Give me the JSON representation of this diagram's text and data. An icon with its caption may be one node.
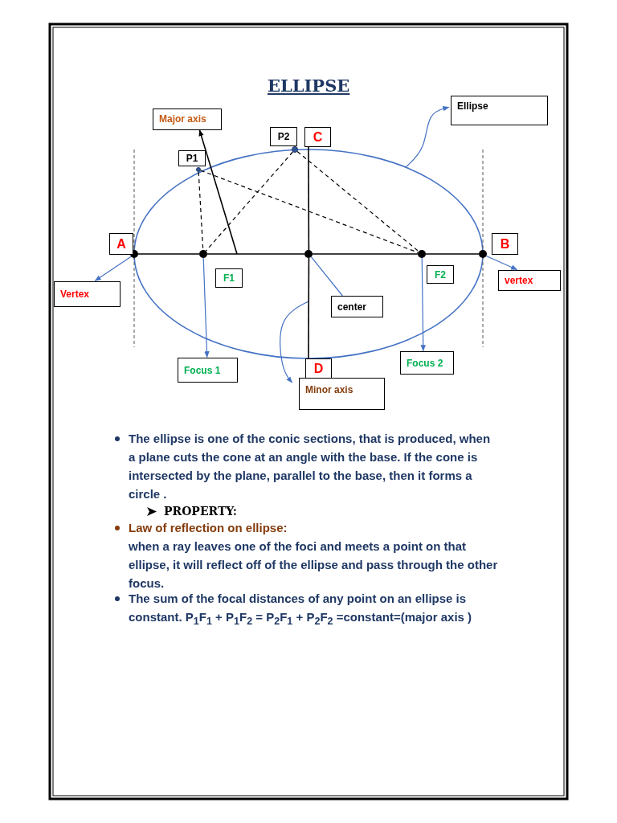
{
  "diagram": {
    "title": "ELLIPSE",
    "nodes": [
      {
        "text": [
          "Major axis"
        ]
      },
      {
        "text": [
          "Ellipse"
        ]
      },
      {
        "text": [
          "P2"
        ]
      },
      {
        "text": [
          "C"
        ]
      },
      {
        "text": [
          "P1"
        ]
      },
      {
        "text": [
          "A"
        ]
      },
      {
        "text": [
          "B"
        ]
      },
      {
        "text": [
          "F1"
        ]
      },
      {
        "text": [
          "F2"
        ]
      },
      {
        "text": [
          "Vertex"
        ]
      },
      {
        "text": [
          "vertex"
        ]
      },
      {
        "text": [
          "center"
        ]
      },
      {
        "text": [
          "Focus 1"
        ]
      },
      {
        "text": [
          "Focus 2"
        ]
      },
      {
        "text": [
          "D"
        ]
      },
      {
        "text": [
          "Minor axis"
        ]
      },
      {
        "text": [],
        "shape": "circle"
      },
      {
        "text": [],
        "shape": "circle"
      },
      {
        "text": [],
        "shape": "circle"
      },
      {
        "text": [],
        "shape": "circle"
      },
      {
        "text": [],
        "shape": "circle"
      },
      {
        "text": [],
        "shape": "circle"
      },
      {
        "text": [],
        "shape": "circle"
      }
    ],
    "edges": [
      {
        "from": null,
        "to": 0,
        "arrow": "to"
      },
      {
        "from": null,
        "to": 1,
        "arrow": "to",
        "color": "#4472c4"
      },
      {
        "from": 16,
        "to": 9,
        "arrow": "to",
        "color": "#4472c4"
      },
      {
        "from": 20,
        "to": 10,
        "arrow": "to",
        "color": "#4472c4"
      },
      {
        "from": 17,
        "to": 12,
        "arrow": "to",
        "color": "#4472c4"
      },
      {
        "from": 19,
        "to": 13,
        "arrow": "to",
        "color": "#4472c4"
      },
      {
        "from": 18,
        "to": 11,
        "arrow": "none",
        "color": "#4472c4"
      },
      {
        "from": null,
        "to": 15,
        "arrow": "to",
        "color": "#4472c4"
      },
      {
        "from": 22,
        "to": 17,
        "arrow": "none",
        "style": "dashed"
      },
      {
        "from": 22,
        "to": 19,
        "arrow": "none",
        "style": "dashed"
      },
      {
        "from": 21,
        "to": 17,
        "arrow": "none",
        "style": "dashed"
      },
      {
        "from": 21,
        "to": 19,
        "arrow": "none",
        "style": "dashed"
      },
      {
        "from": 16,
        "to": 17,
        "arrow": "none"
      },
      {
        "from": 17,
        "to": 18,
        "arrow": "none"
      },
      {
        "from": 18,
        "to": 19,
        "arrow": "none"
      },
      {
        "from": 19,
        "to": 20,
        "arrow": "none"
      },
      {
        "from": 3,
        "to": 18,
        "arrow": "none"
      },
      {
        "from": 18,
        "to": 14,
        "arrow": "none"
      }
    ],
    "labels": [
      "The ellipse is one of the conic sections, that is produced, when a plane cuts the cone at an angle with the base. If the cone is intersected by the plane, parallel to the base, then it forms a circle .",
      "PROPERTY:",
      "Law of reflection on ellipse:",
      "when a ray leaves one of the foci and meets a point on that ellipse, it will reflect off of the ellipse and pass through the other focus.",
      "The sum of the focal distances of any point on an ellipse is constant. P$_{1}$F$_{1}$ + P$_{1}$F$_{2}$ = P$_{2}$F$_{1}$ + P$_{2}$F$_{2}$ =constant=(major axis )"
    ]
  }
}
